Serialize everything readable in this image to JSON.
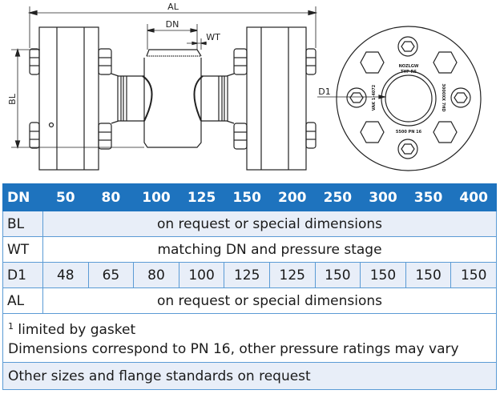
{
  "drawing": {
    "labels": {
      "al": "AL",
      "dn": "DN",
      "wt": "WT",
      "bl": "BL",
      "d1": "D1"
    },
    "flange_face_markings": [
      "NOZLGW TYP RS",
      "VAK 1-4072",
      "3000XX 7HD",
      "5500 PN 16"
    ]
  },
  "table": {
    "header": {
      "label": "DN",
      "values": [
        "50",
        "80",
        "100",
        "125",
        "150",
        "200",
        "250",
        "300",
        "350",
        "400"
      ]
    },
    "rows": {
      "bl": {
        "label": "BL",
        "text": "on request or special dimensions"
      },
      "wt": {
        "label": "WT",
        "text": "matching DN and pressure stage"
      },
      "d1": {
        "label": "D1",
        "values": [
          "48",
          "65",
          "80",
          "100",
          "125",
          "125",
          "150",
          "150",
          "150",
          "150"
        ]
      },
      "al": {
        "label": "AL",
        "text": "on request or special dimensions"
      }
    },
    "notes": {
      "sup": "1",
      "line1": " limited by gasket",
      "line2": "Dimensions correspond to PN 16, other pressure ratings may vary"
    },
    "footer": "Other sizes and flange standards on request"
  },
  "colors": {
    "header_bg": "#1e73be",
    "header_text": "#ffffff",
    "shade_row": "#e8eef8",
    "border": "#5b9bd5"
  }
}
